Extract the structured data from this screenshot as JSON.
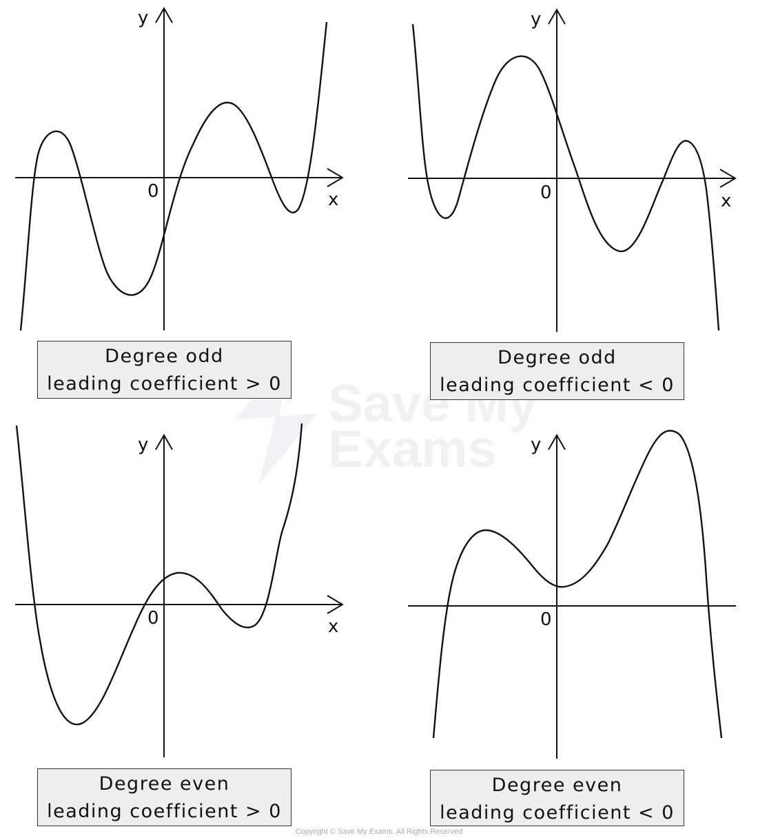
{
  "watermark": {
    "line1": "Save My",
    "line2": "Exams"
  },
  "copyright": "Copyright © Save My Exams. All Rights Reserved",
  "colors": {
    "curve": "#111111",
    "caption_bg": "#eeeeee",
    "watermark": "#f0f0f3"
  },
  "panels": [
    {
      "id": "odd-positive",
      "caption_line1": "Degree odd",
      "caption_line2": "leading coefficient > 0",
      "axis_y": "y",
      "axis_x": "x",
      "origin": "0"
    },
    {
      "id": "odd-negative",
      "caption_line1": "Degree odd",
      "caption_line2": "leading coefficient < 0",
      "axis_y": "y",
      "axis_x": "x",
      "origin": "0"
    },
    {
      "id": "even-positive",
      "caption_line1": "Degree even",
      "caption_line2": "leading coefficient > 0",
      "axis_y": "y",
      "axis_x": "x",
      "origin": "0"
    },
    {
      "id": "even-negative",
      "caption_line1": "Degree even",
      "caption_line2": "leading coefficient < 0",
      "axis_y": "y",
      "axis_x": "",
      "origin": "0"
    }
  ]
}
